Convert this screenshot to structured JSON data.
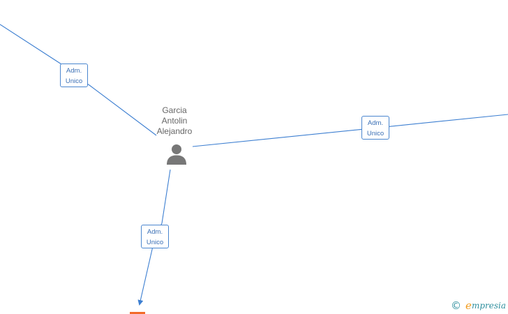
{
  "person": {
    "name_lines": [
      "Garcia",
      "Antolin",
      "Alejandro"
    ],
    "icon": "person-icon"
  },
  "edges": [
    {
      "id": "top-left",
      "label_line1": "Adm.",
      "label_line2": "Unico"
    },
    {
      "id": "right",
      "label_line1": "Adm.",
      "label_line2": "Unico"
    },
    {
      "id": "bottom",
      "label_line1": "Adm.",
      "label_line2": "Unico"
    }
  ],
  "watermark": {
    "copyright_symbol": "©",
    "brand_initial": "e",
    "brand_rest": "mpresia"
  },
  "colors": {
    "edge_line": "#3d7fd1",
    "label_border": "#4a86cf",
    "label_text": "#3a6fb5",
    "person_icon": "#777777",
    "company_marker": "#f26b2a",
    "watermark_teal": "#2f8f9e",
    "watermark_orange": "#f29a1b"
  }
}
